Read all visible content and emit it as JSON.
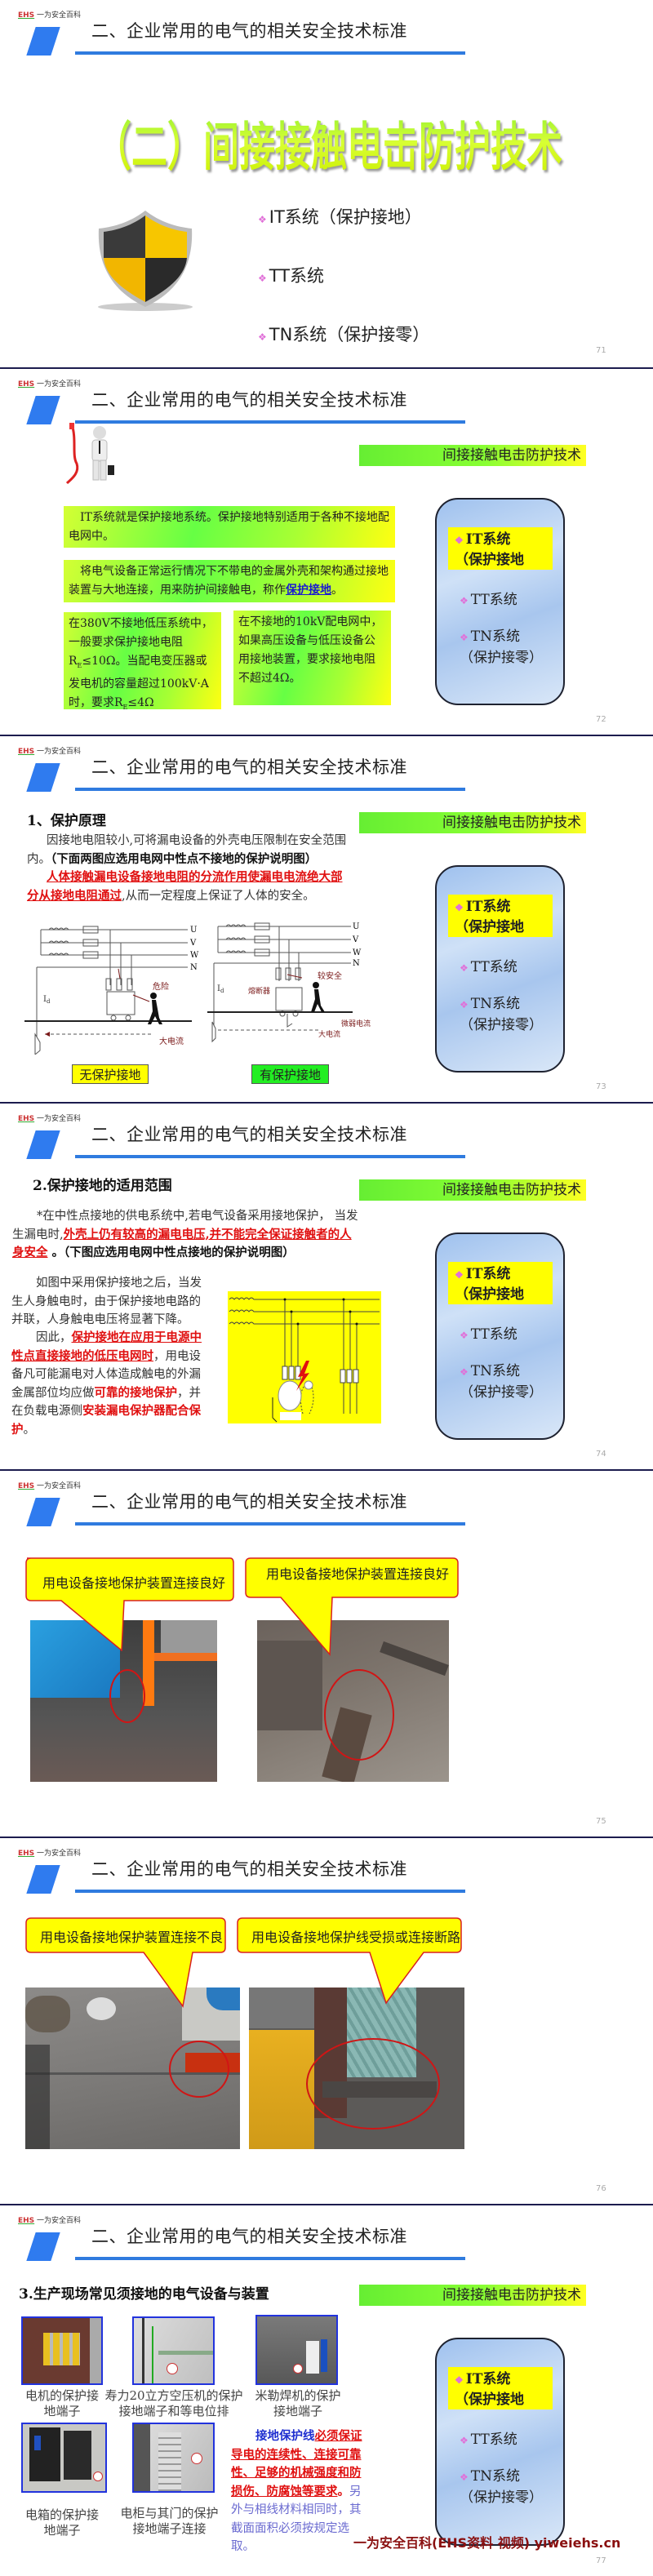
{
  "common": {
    "logo_mark": "EHS",
    "logo_text": "一为安全百科",
    "section_title": "二、企业常用的电气的相关安全技术标准",
    "banner": "间接接触电击防护技术",
    "panel": {
      "it_line1": "IT系统",
      "it_line2": "（保护接地",
      "tt": "TT系统",
      "tn_line1": "TN系统",
      "tn_line2": "（保护接零）"
    },
    "colors": {
      "accent_blue": "#2f7bef",
      "highlight_yellow": "#ffff00",
      "highlight_green": "#66ff33",
      "emphasis_red": "#e01010"
    }
  },
  "slides": [
    {
      "page": "71",
      "big_title": "（二）间接接触电击防护技术",
      "bullets": [
        "IT系统（保护接地）",
        "TT系统",
        "TN系统（保护接零）"
      ]
    },
    {
      "page": "72",
      "box1": "IT系统就是保护接地系统。保护接地特别适用于各种不接地配电网中。",
      "box2_text": "将电气设备正常运行情况下不带电的金属外壳和架构通过接地装置与大地连接，用来防护间接触电，称作",
      "box2_link": "保护接地",
      "box2_end": "。",
      "box3": "在380V不接地低压系统中，一般要求保护接地电阻R<sub>E</sub>≤10Ω。当配电变压器或发电机的容量超过100kV·A时，要求R<sub>E</sub>≤4Ω",
      "box3_a": "在380V不接地低压系统中，一般要求保护接地电阻R",
      "box3_sub1": "E",
      "box3_b": "≤10Ω。当配电变压器或发电机的容量超过100kV·A时，要求R",
      "box3_sub2": "E",
      "box3_c": "≤4Ω",
      "box4": "在不接地的10kV配电网中，如果高压设备与低压设备公用接地装置，要求接地电阻不超过4Ω。"
    },
    {
      "page": "73",
      "heading": "1、保护原理",
      "p1": "因接地电阻较小,可将漏电设备的外壳电压限制在安全范围内。",
      "p1_bold": "（下面两图应选用电网中性点不接地的保护说明图）",
      "p2_red": "人体接触漏电设备接地电阻的分流作用使漏电电流绝大部分从接地电阻通过",
      "p2_rest": ",从而一定程度上保证了人体的安全。",
      "diagram_labels": {
        "u": "U",
        "v": "V",
        "w": "W",
        "n": "N",
        "danger": "危险",
        "big_current": "大电流",
        "safer": "较安全",
        "fuse": "熔断器",
        "weak_current": "微弱电流",
        "current_symbol": "I",
        "current_sub": "d"
      },
      "label_left": "无保护接地",
      "label_right": "有保护接地"
    },
    {
      "page": "74",
      "heading": "2.保护接地的适用范围",
      "p1": "*在中性点接地的供电系统中,若电气设备采用接地保护， 当发生漏电时,",
      "p1_red": "外壳上仍有较高的漏电电压,并不能完全保证接触者的人身安全",
      "p1_bold": " 。（下图应选用电网中性点接地的保护说明图）",
      "p2": "如图中采用保护接地之后，当发生人身触电时，由于保护接地电路的并联，人身触电电压将显著下降。",
      "p3_a": "因此，",
      "p3_red1": "保护接地在应用于电源中性点直接接地的低压电网时",
      "p3_b": "，用电设备凡可能漏电对人体造成触电的外漏金属部位均应做",
      "p3_red2": "可靠的接地保护",
      "p3_c": "，并在负载电源侧",
      "p3_red3": "安装漏电保护器配合保护",
      "p3_d": "。"
    },
    {
      "page": "75",
      "callout_left": "用电设备接地保护装置连接良好",
      "callout_right": "用电设备接地保护装置连接良好"
    },
    {
      "page": "76",
      "callout_left": "用电设备接地保护装置连接不良",
      "callout_right": "用电设备接地保护线受损或连接断路"
    },
    {
      "page": "77",
      "heading": "3.生产现场常见须接地的电气设备与装置",
      "captions": [
        "电机的保护接地端子",
        "寿力20立方空压机的保护接地端子和等电位排",
        "米勒焊机的保护接地端子",
        "电箱的保护接地端子",
        "电柜与其门的保护接地端子连接"
      ],
      "note_blue": "接地保护线",
      "note_red": "必须保证导电的连续性、连接可靠性、足够的机械强度和防损伤、防腐蚀等要求",
      "note_dot": "。",
      "note_rest": "另外与相线材料相同时，其截面面积必须按规定选取。",
      "watermark": "一为安全百科(EHS资料 视频) yiweiehs.cn"
    }
  ]
}
